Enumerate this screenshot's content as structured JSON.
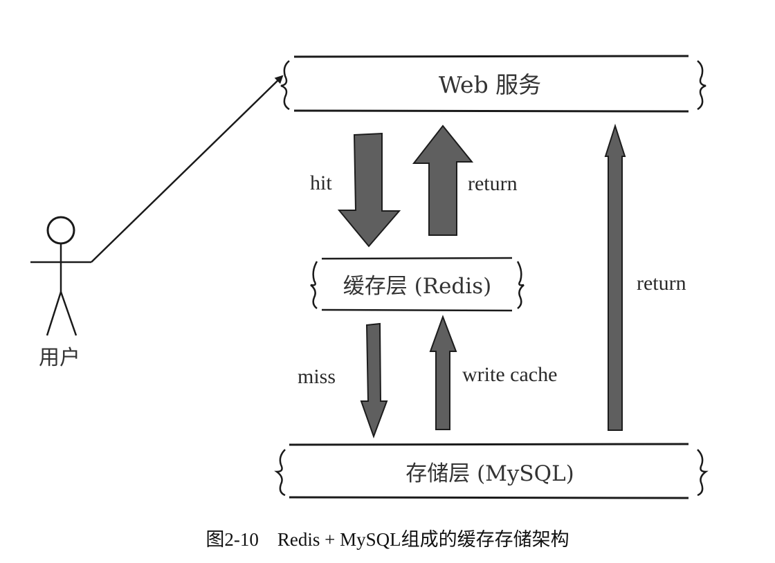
{
  "nodes": {
    "web": "Web 服务",
    "cache": "缓存层 (Redis)",
    "storage": "存储层 (MySQL)",
    "user": "用户"
  },
  "edges": {
    "hit": "hit",
    "return_cache": "return",
    "miss": "miss",
    "write_cache": "write cache",
    "return_storage": "return"
  },
  "caption": "图2-10　Redis + MySQL组成的缓存存储架构",
  "colors": {
    "arrow_fill": "#5f5f5f",
    "arrow_stroke": "#1c1c1c",
    "line": "#1a1a1a"
  }
}
